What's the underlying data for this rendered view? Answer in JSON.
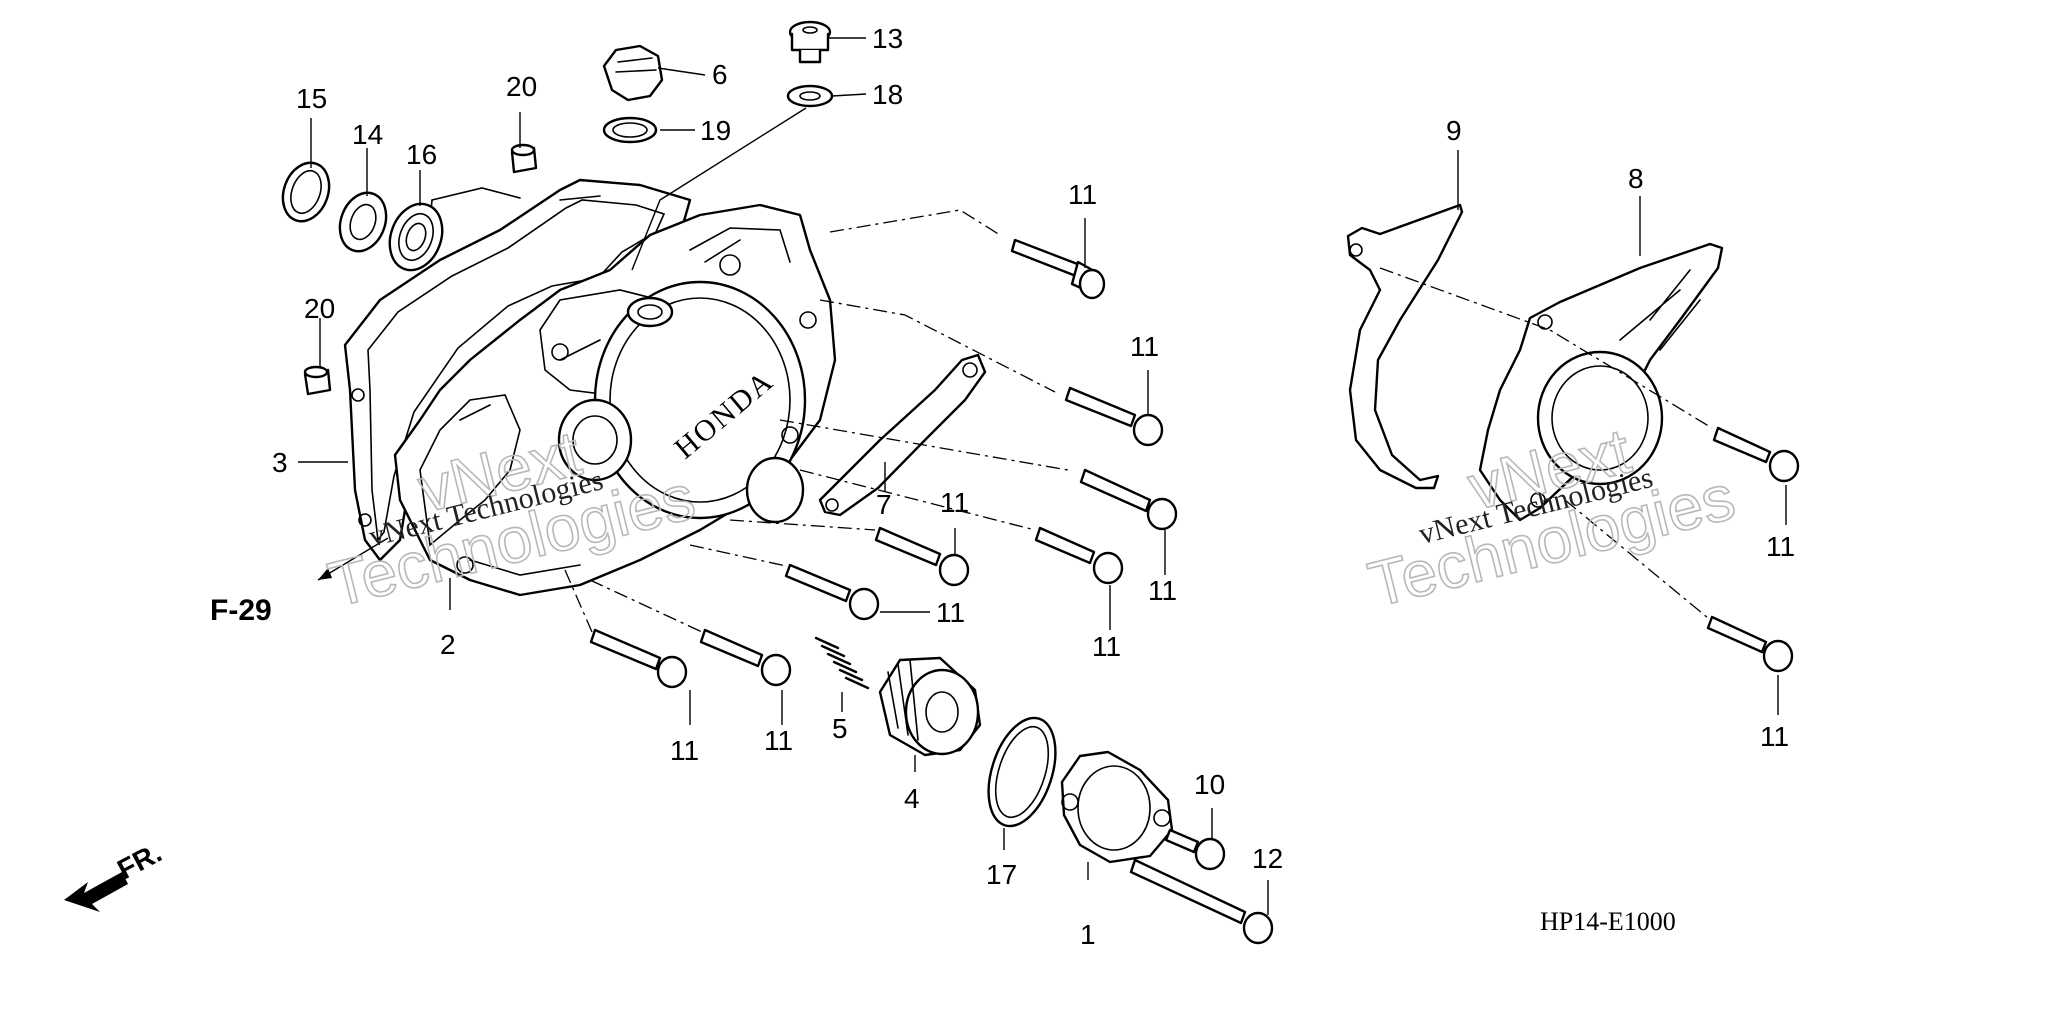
{
  "callouts": {
    "c1": "1",
    "c2": "2",
    "c3": "3",
    "c4": "4",
    "c5": "5",
    "c6": "6",
    "c7": "7",
    "c8": "8",
    "c9": "9",
    "c10": "10",
    "c11": "11",
    "c12": "12",
    "c13": "13",
    "c14": "14",
    "c15": "15",
    "c16": "16",
    "c17": "17",
    "c18": "18",
    "c19": "19",
    "c20": "20"
  },
  "references": {
    "f29": "F-29",
    "front": "FR.",
    "diagram_code": "HP14-E1000"
  },
  "cover_marking": "HONDA",
  "watermark": {
    "line1": "vNext",
    "line2": "Technologies",
    "caption": "vNext Technologies"
  }
}
